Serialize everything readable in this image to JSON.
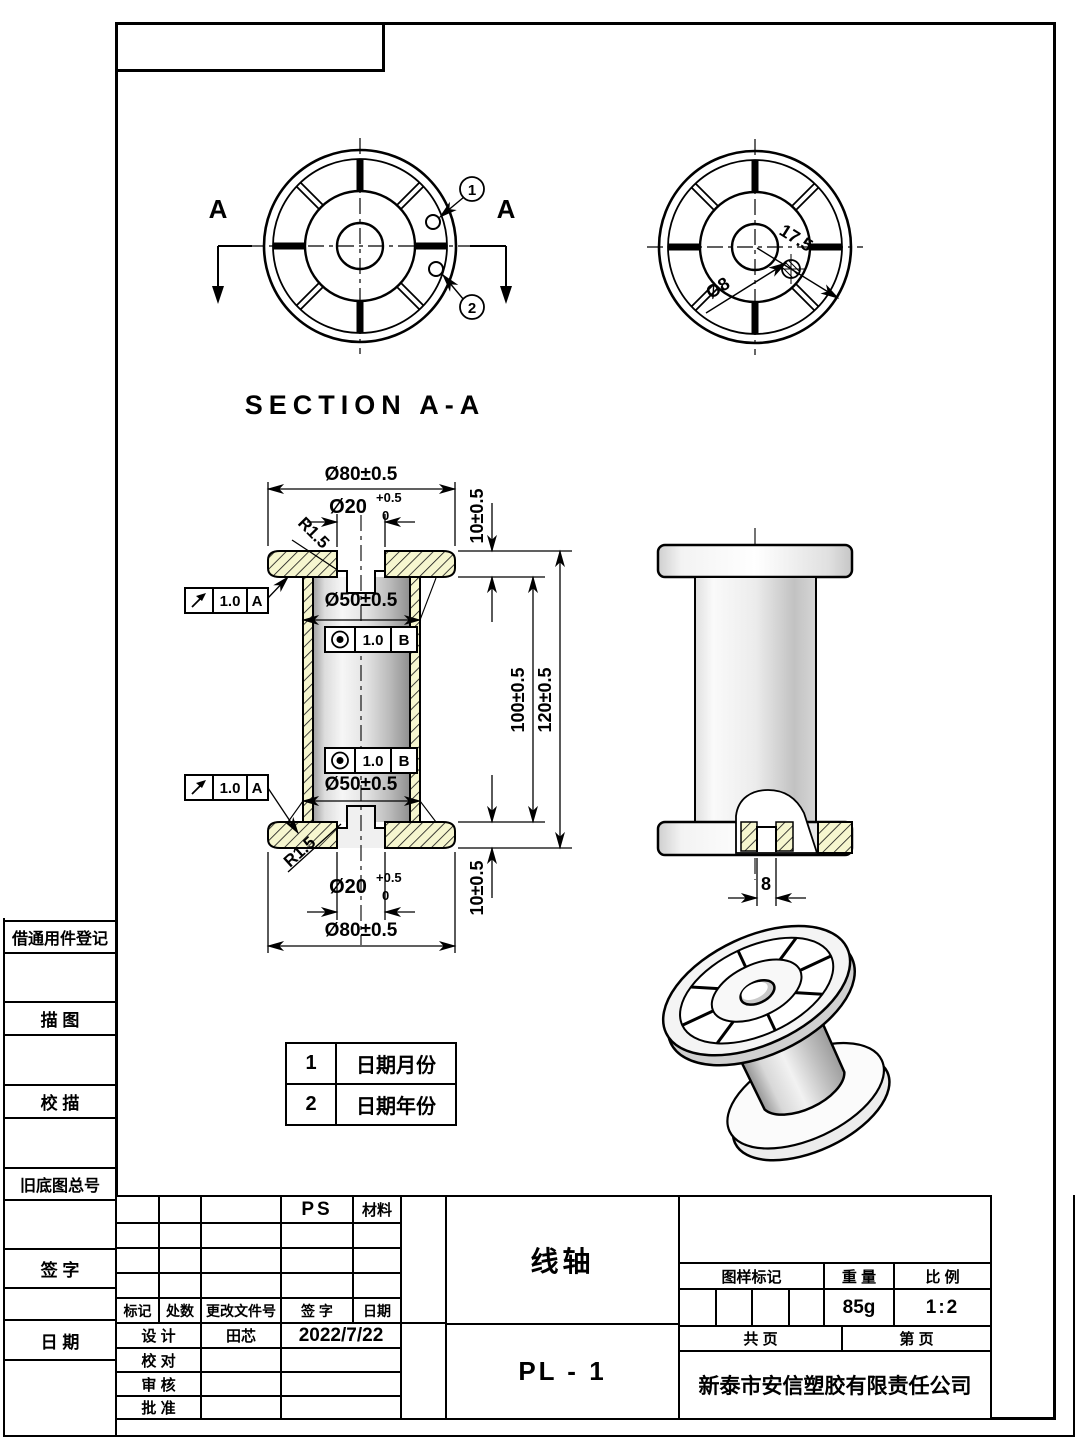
{
  "views": {
    "section_label": "SECTION A-A",
    "cut_label_left": "A",
    "cut_label_right": "A",
    "balloon_1": "1",
    "balloon_2": "2"
  },
  "dims": {
    "dia80": "Ø80±0.5",
    "dia50": "Ø50±0.5",
    "dia20": "Ø20",
    "tol_plus": "+0.5",
    "tol_zero": "0",
    "r15": "R1.5",
    "h10": "10±0.5",
    "h100": "100±0.5",
    "h120": "120±0.5",
    "radius175": "17.5",
    "dia8": "Ø8",
    "slot8": "8",
    "runout_value": "1.0",
    "datum_a": "A",
    "conc_value": "1.0",
    "datum_b": "B"
  },
  "legend": {
    "rows": [
      {
        "num": "1",
        "text": "日期月份"
      },
      {
        "num": "2",
        "text": "日期年份"
      }
    ]
  },
  "sidebar": {
    "items": [
      {
        "label": "借通用件登记"
      },
      {
        "label": "描  图"
      },
      {
        "label": "校  描"
      },
      {
        "label": "旧底图总号"
      },
      {
        "label": "签  字"
      },
      {
        "label": "日  期"
      }
    ]
  },
  "titleblock": {
    "material_value": "PS",
    "material_label": "材料",
    "rev_headers": {
      "mark": "标记",
      "count": "处数",
      "doc_no": "更改文件号",
      "sign": "签  字",
      "date": "日期"
    },
    "sign_rows": [
      {
        "label": "设  计",
        "name": "田芯",
        "date": "2022/7/22"
      },
      {
        "label": "校  对",
        "name": "",
        "date": ""
      },
      {
        "label": "审  核",
        "name": "",
        "date": ""
      },
      {
        "label": "批  准",
        "name": "",
        "date": ""
      }
    ],
    "part_name": "线轴",
    "drawing_no": "PL - 1",
    "mark_label": "图样标记",
    "weight_label": "重  量",
    "scale_label": "比  例",
    "weight_value": "85g",
    "scale_value": "1:2",
    "pages_total_label": "共  页",
    "page_no_label": "第  页",
    "company": "新泰市安信塑胶有限责任公司"
  },
  "colors": {
    "hatch_fill": "#f6f6cf",
    "line": "#000000"
  }
}
